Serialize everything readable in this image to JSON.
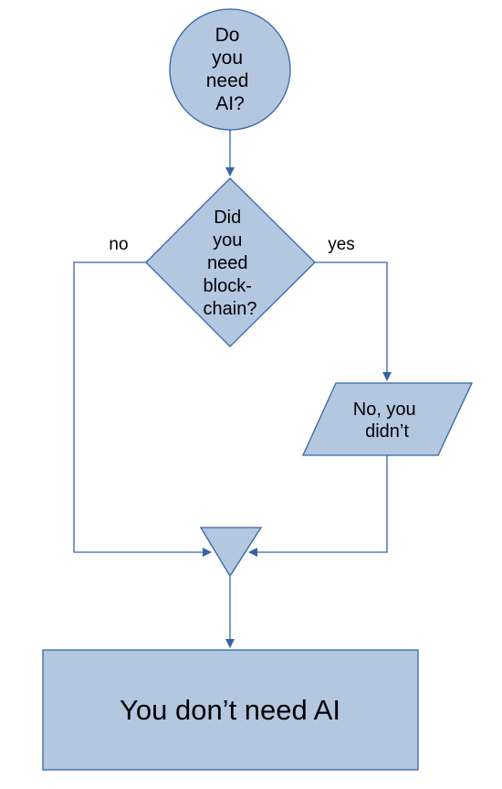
{
  "colors": {
    "shape_fill": "#b4c7e0",
    "shape_stroke": "#3465a4",
    "connector": "#3465a4",
    "text": "#000000"
  },
  "nodes": {
    "start": {
      "lines": [
        "Do",
        "you",
        "need",
        "AI?"
      ]
    },
    "decision": {
      "lines": [
        "Did",
        "you",
        "need",
        "block-",
        "chain?"
      ]
    },
    "output": {
      "lines": [
        "No, you",
        "didn’t"
      ]
    },
    "result": {
      "text": "You don’t need AI"
    }
  },
  "edges": {
    "no_label": "no",
    "yes_label": "yes"
  }
}
